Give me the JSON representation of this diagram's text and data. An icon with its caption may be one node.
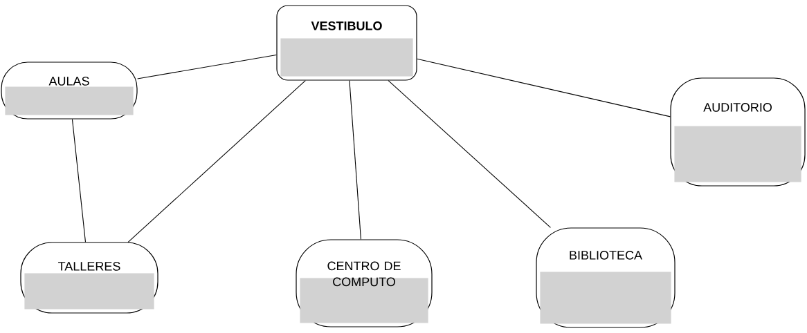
{
  "diagram": {
    "nodes": [
      {
        "text": [
          "**VESTIBULO**"
        ]
      },
      {
        "text": [
          "AULAS"
        ]
      },
      {
        "text": [
          "AUDITORIO"
        ]
      },
      {
        "text": [
          "TALLERES"
        ]
      },
      {
        "text": [
          "CENTRO DE COMPUTO"
        ]
      },
      {
        "text": [
          "BIBLIOTECA"
        ]
      }
    ],
    "edges": [
      {
        "from": 0,
        "to": 1,
        "arrow": "none"
      },
      {
        "from": 0,
        "to": 2,
        "arrow": "none"
      },
      {
        "from": 1,
        "to": 3,
        "arrow": "none"
      },
      {
        "from": 0,
        "to": 3,
        "arrow": "none"
      },
      {
        "from": 0,
        "to": 4,
        "arrow": "none"
      },
      {
        "from": 0,
        "to": 5,
        "arrow": "none"
      }
    ]
  }
}
